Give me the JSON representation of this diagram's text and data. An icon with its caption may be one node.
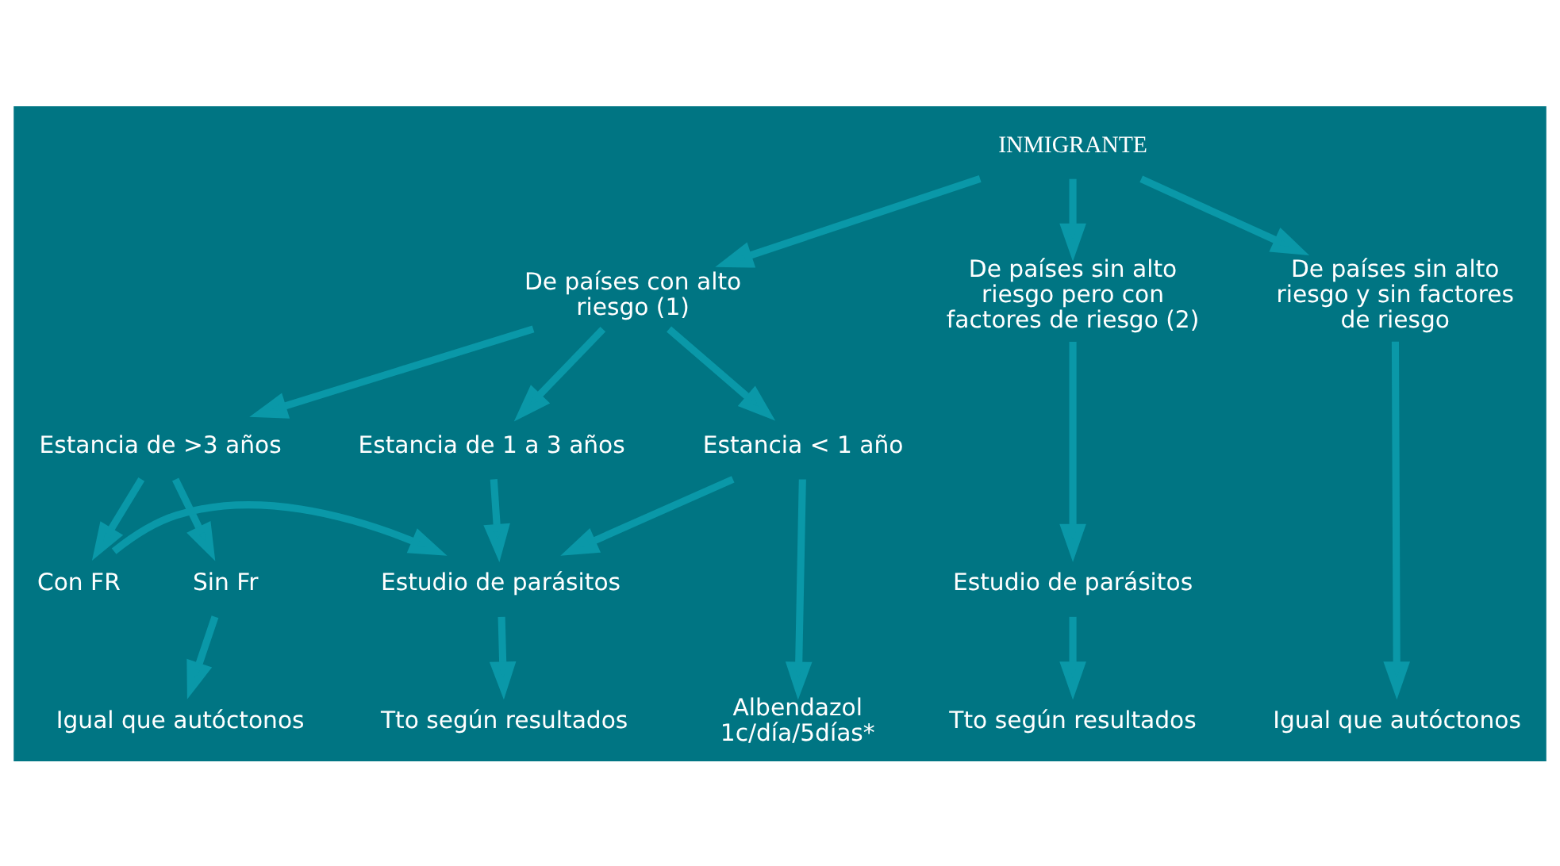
{
  "diagram": {
    "nodes": [
      {
        "text": [
          "INMIGRANTE"
        ]
      },
      {
        "text": [
          "De países con alto riesgo (1)"
        ]
      },
      {
        "text": [
          "De países sin alto riesgo pero con factores de riesgo (2)"
        ]
      },
      {
        "text": [
          "De países sin alto riesgo y sin factores de riesgo"
        ]
      },
      {
        "text": [
          "Estancia < 1 año"
        ]
      },
      {
        "text": [
          "Estancia de 1 a 3 años"
        ]
      },
      {
        "text": [
          "Estancia de >3 años"
        ]
      },
      {
        "text": [
          "Estudio de parásitos"
        ]
      },
      {
        "text": [
          "Con FR"
        ]
      },
      {
        "text": [
          "Sin Fr"
        ]
      },
      {
        "text": [
          "Estudio de parásitos"
        ]
      },
      {
        "text": [
          "Albendazol 1c/día/5días*"
        ]
      },
      {
        "text": [
          "Tto según resultados"
        ]
      },
      {
        "text": [
          "Igual que autóctonos"
        ]
      },
      {
        "text": [
          "Tto según resultados"
        ]
      },
      {
        "text": [
          "Igual que autóctonos"
        ]
      }
    ],
    "edges": [
      {
        "from": 0,
        "to": 1,
        "arrow": "to"
      },
      {
        "from": 0,
        "to": 2,
        "arrow": "to"
      },
      {
        "from": 0,
        "to": 3,
        "arrow": "to"
      },
      {
        "from": 1,
        "to": 4,
        "arrow": "to"
      },
      {
        "from": 1,
        "to": 5,
        "arrow": "to"
      },
      {
        "from": 1,
        "to": 6,
        "arrow": "to"
      },
      {
        "from": 4,
        "to": 11,
        "arrow": "to"
      },
      {
        "from": 4,
        "to": 7,
        "arrow": "to"
      },
      {
        "from": 5,
        "to": 7,
        "arrow": "to"
      },
      {
        "from": 6,
        "to": 8,
        "arrow": "to"
      },
      {
        "from": 6,
        "to": 9,
        "arrow": "to"
      },
      {
        "from": 8,
        "to": 7,
        "arrow": "to"
      },
      {
        "from": 2,
        "to": 10,
        "arrow": "to"
      },
      {
        "from": 7,
        "to": 12,
        "arrow": "to"
      },
      {
        "from": 9,
        "to": 13,
        "arrow": "to"
      },
      {
        "from": 10,
        "to": 14,
        "arrow": "to"
      },
      {
        "from": 3,
        "to": 15,
        "arrow": "to"
      }
    ]
  }
}
